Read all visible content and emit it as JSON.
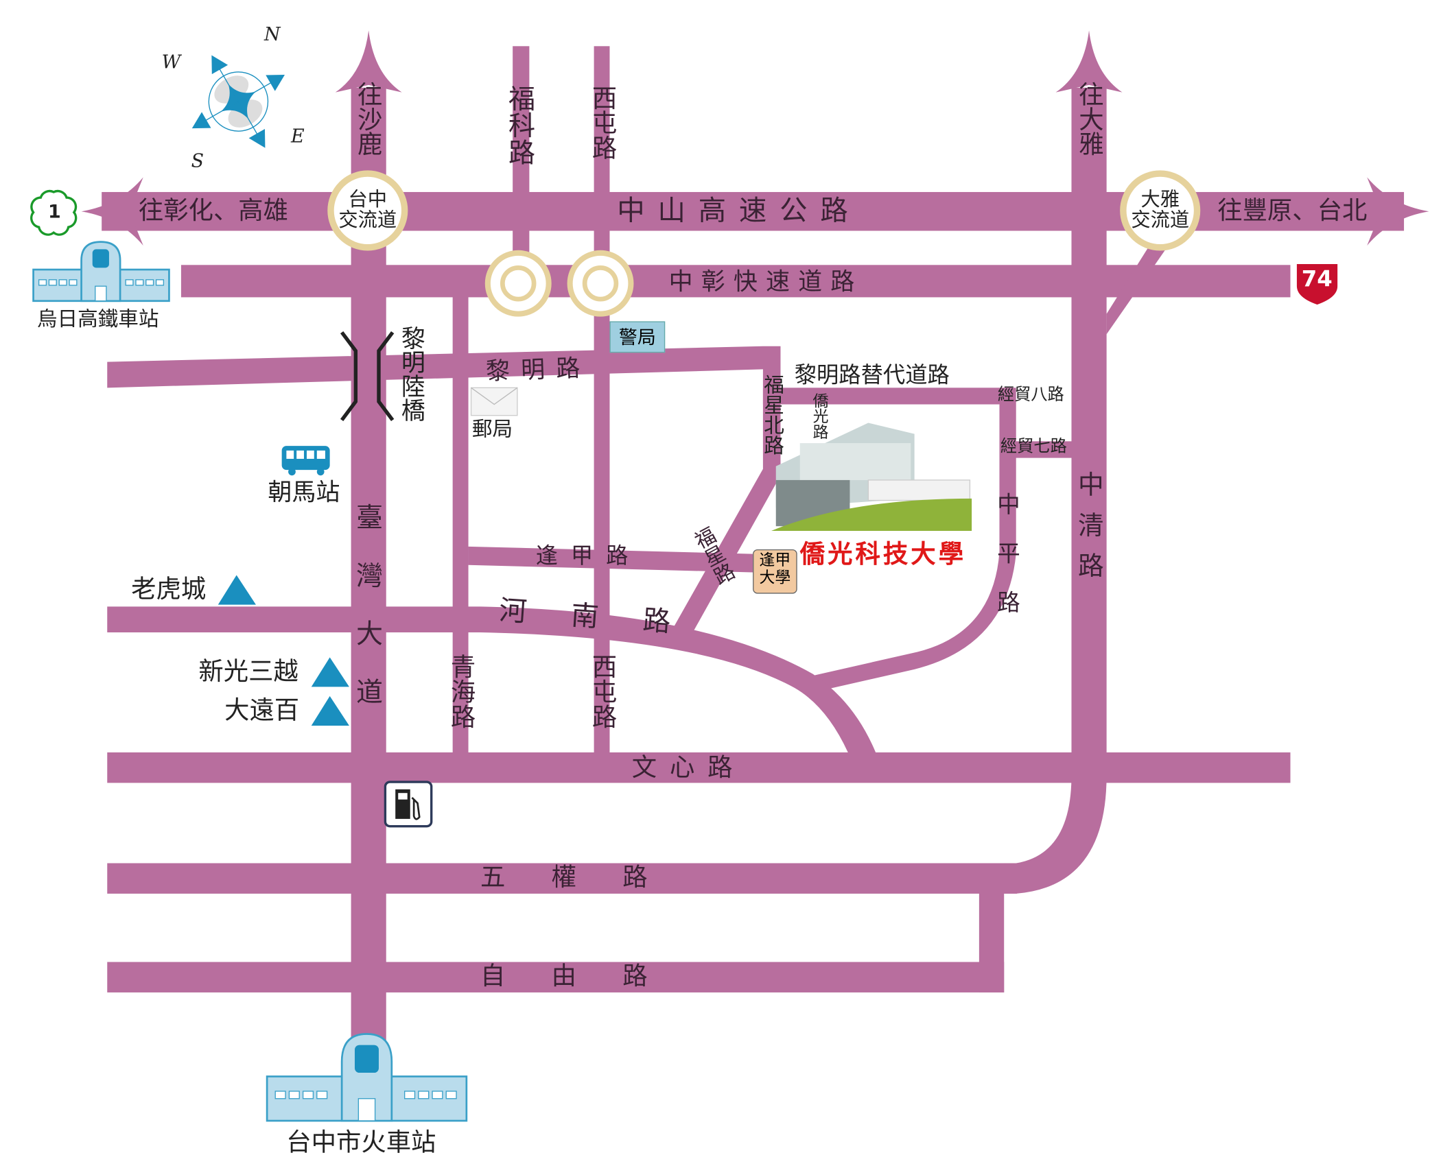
{
  "colors": {
    "road": "#b86e9e",
    "ring": "#e6d29c",
    "icon_blue": "#1a8fbf",
    "station_fill": "#b9dcec",
    "title_red": "#e01818"
  },
  "compass": {
    "n": "N",
    "s": "S",
    "e": "E",
    "w": "W"
  },
  "shields": {
    "freeway": "1",
    "expressway": "74"
  },
  "directions": {
    "west": "往彰化、高雄",
    "east": "往豐原、台北",
    "north_left": "往沙鹿",
    "north_right": "往大雅"
  },
  "interchanges": {
    "taichung_line1": "台中",
    "taichung_line2": "交流道",
    "daya_line1": "大雅",
    "daya_line2": "交流道"
  },
  "roads": {
    "zhongshan_freeway": "中山高速公路",
    "zhongzhang_expressway": "中彰快速道路",
    "fuke": "福科路",
    "xitun_north": "西屯路",
    "liming": "黎明路",
    "liming_overpass": "黎明陸橋",
    "liming_alt": "黎明路替代道路",
    "fuxing_north": "福星北路",
    "qiaoguang": "僑光路",
    "jingmao8": "經貿八路",
    "jingmao7": "經貿七路",
    "zhongping": "中平路",
    "zhongqing": "中清路",
    "taiwan_blvd": "臺灣大道",
    "fengjia": "逢甲路",
    "fuxing": "福星路",
    "henan": "河南路",
    "qinghai": "青海路",
    "xitun_south": "西屯路",
    "wenxin": "文心路",
    "wuquan": "五權路",
    "ziyou": "自由路"
  },
  "landmarks": {
    "police": "警局",
    "post_office": "郵局",
    "bus_station": "朝馬站",
    "tiger_city": "老虎城",
    "shin_kong": "新光三越",
    "far_eastern": "大遠百",
    "fcu_line1": "逢甲",
    "fcu_line2": "大學",
    "university": "僑光科技大學",
    "hsr_station": "烏日高鐵車站",
    "train_station": "台中市火車站"
  }
}
